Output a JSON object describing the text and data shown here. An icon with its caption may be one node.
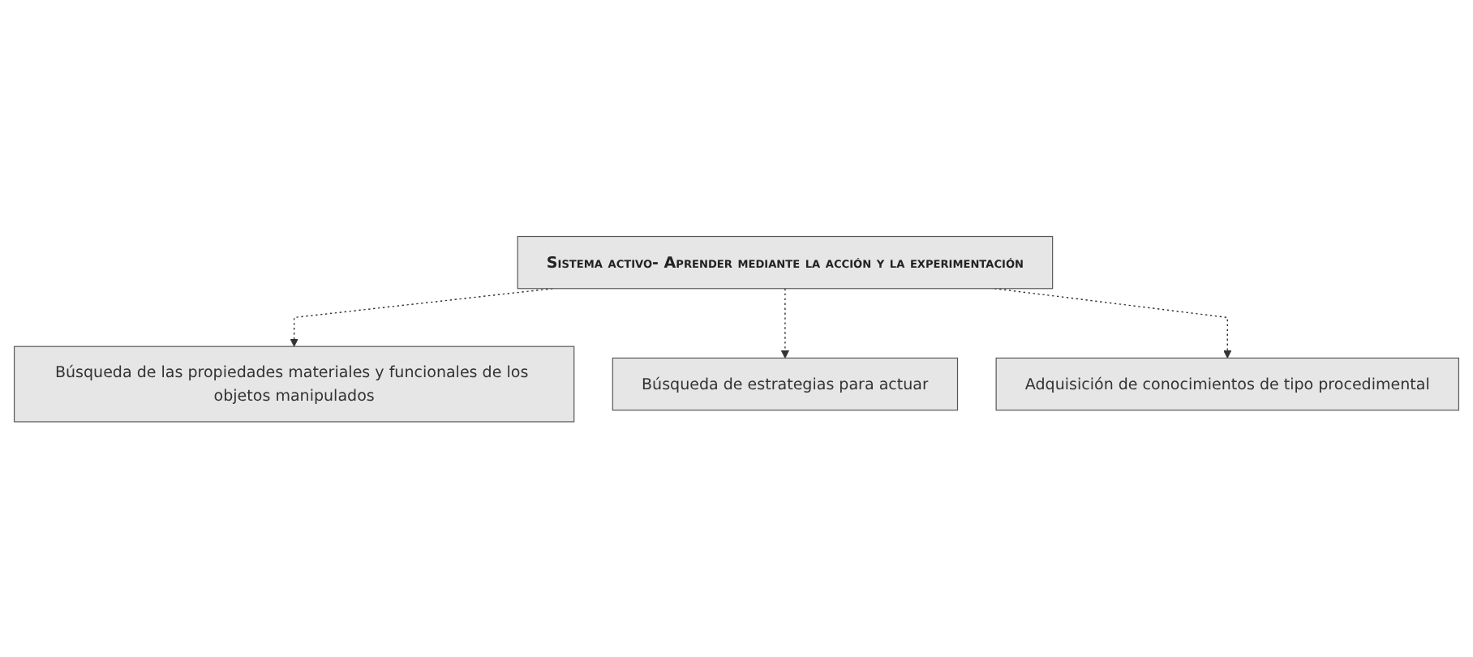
{
  "diagram": {
    "nodes": [
      {
        "text": [
          "Sistema activo- Aprender mediante la acción y la experimentación"
        ]
      },
      {
        "text": [
          "Búsqueda de las propiedades materiales y funcionales de los objetos manipulados"
        ]
      },
      {
        "text": [
          "Búsqueda de estrategias para actuar"
        ]
      },
      {
        "text": [
          "Adquisición de conocimientos de tipo procedimental"
        ]
      }
    ],
    "edges": [
      {
        "from": 0,
        "to": 1,
        "arrow": "to",
        "style": "dashed"
      },
      {
        "from": 0,
        "to": 2,
        "arrow": "to",
        "style": "dashed"
      },
      {
        "from": 0,
        "to": 3,
        "arrow": "to",
        "style": "dashed"
      }
    ]
  }
}
